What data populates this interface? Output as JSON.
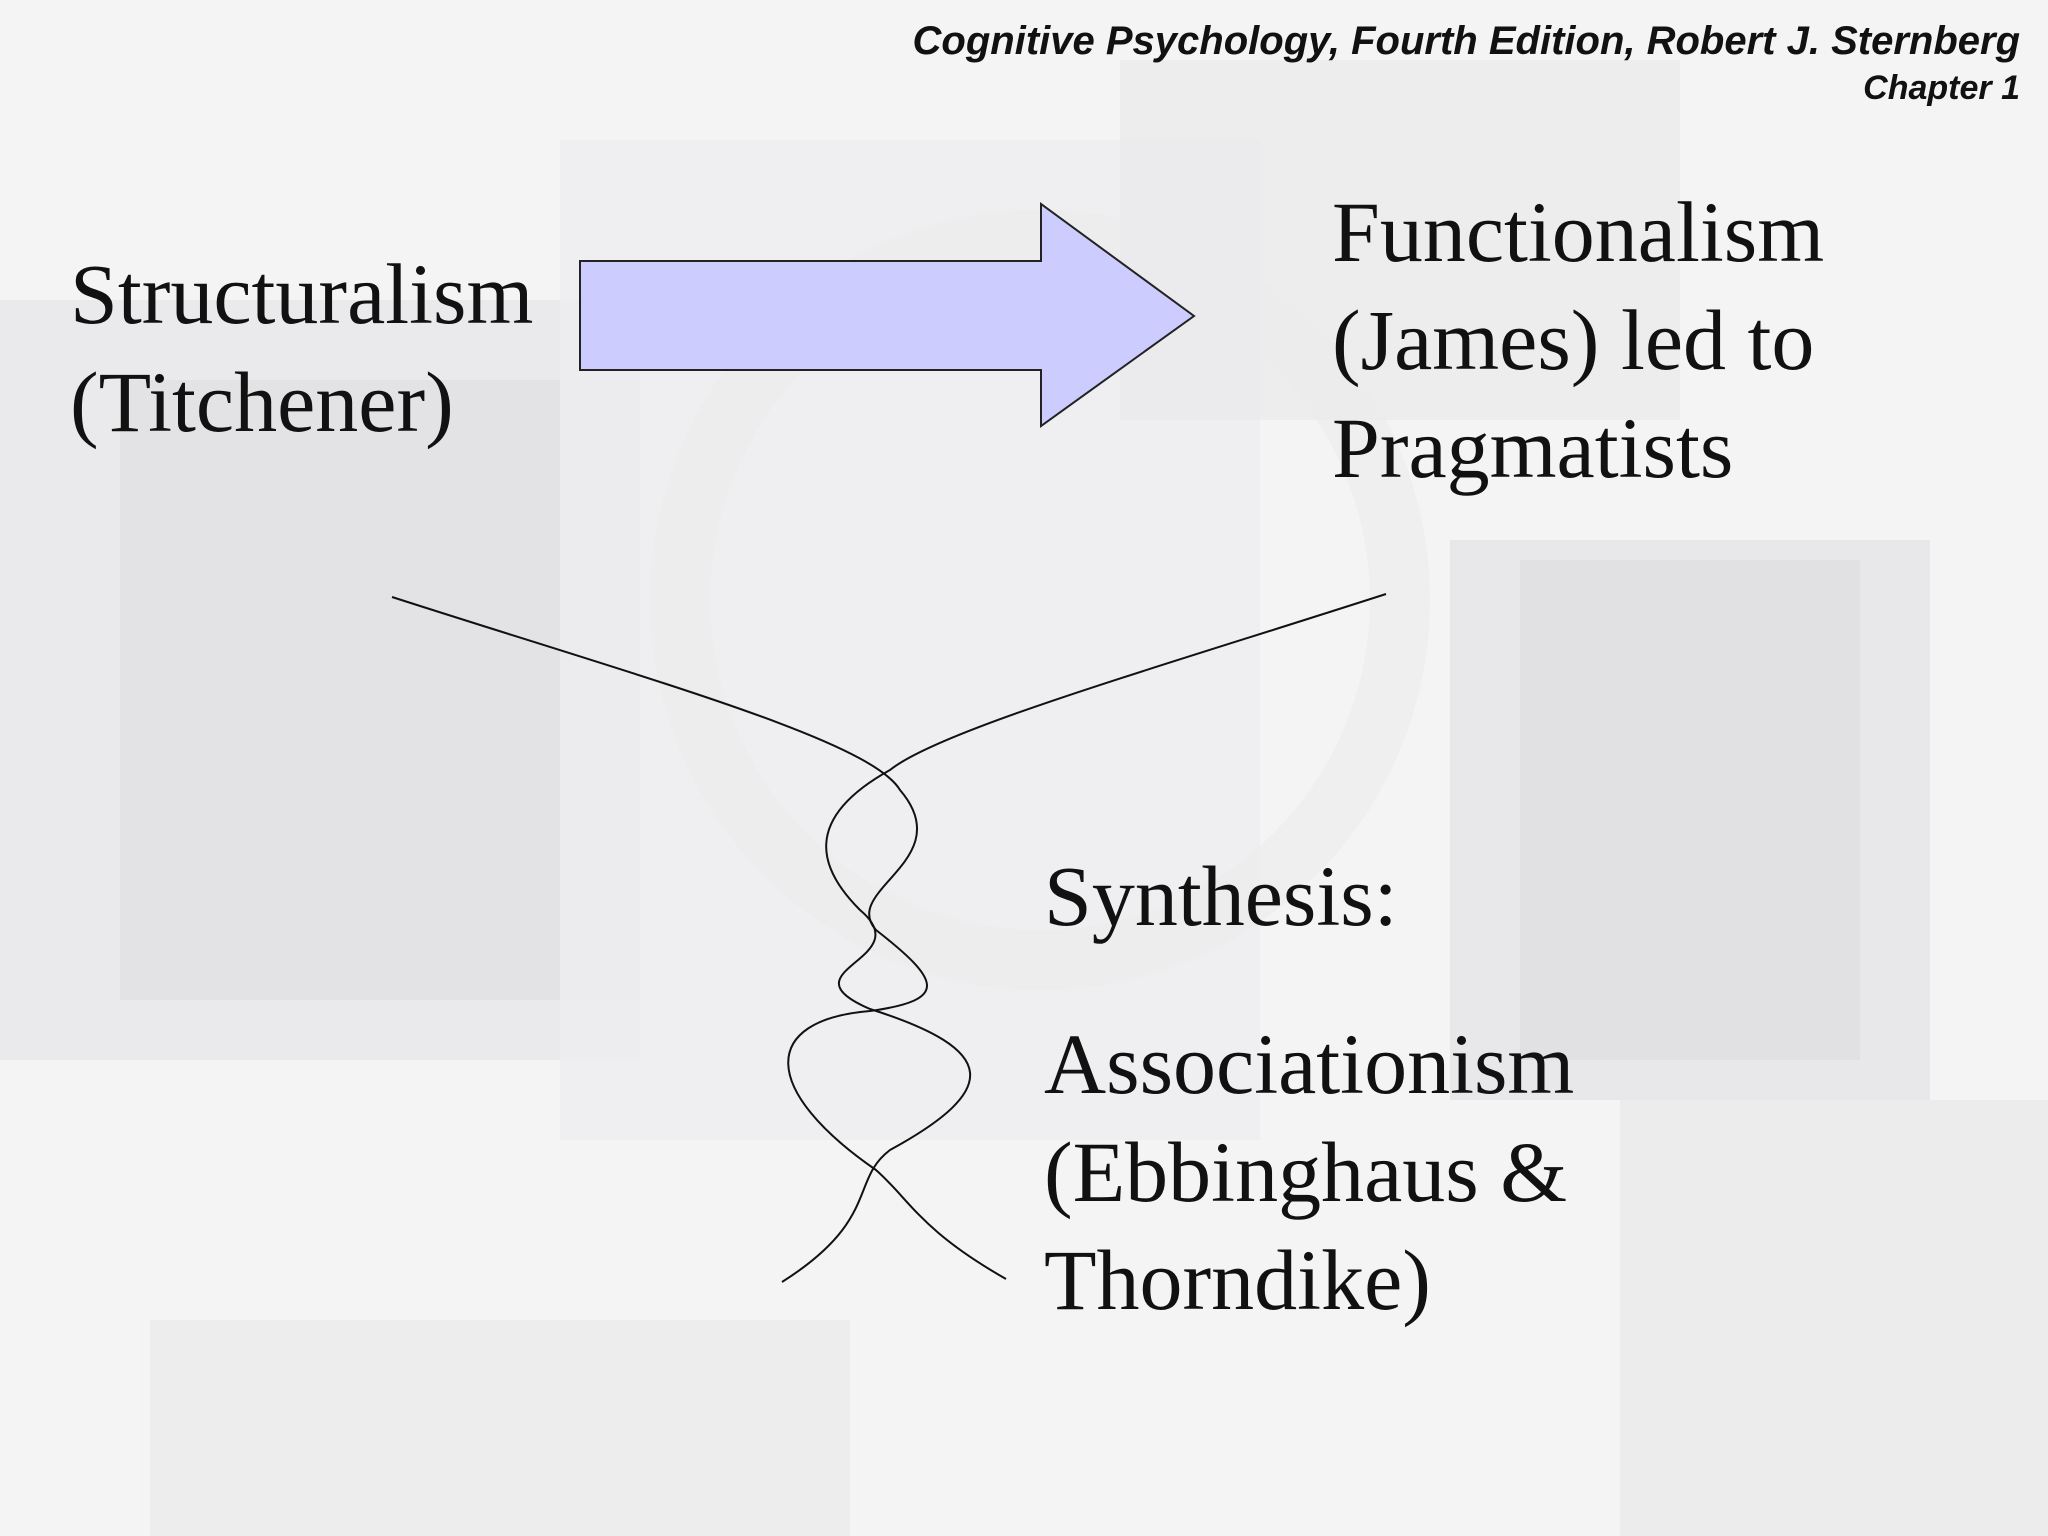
{
  "header": {
    "title": "Cognitive Psychology, Fourth Edition, Robert J. Sternberg",
    "chapter": "Chapter 1"
  },
  "structuralism": {
    "line1": "Structuralism",
    "line2": "(Titchener)"
  },
  "functionalism": {
    "line1": "Functionalism",
    "line2": "(James) led to",
    "line3": "Pragmatists"
  },
  "synthesis": {
    "label": "Synthesis:"
  },
  "associationism": {
    "line1": "Associationism",
    "line2": "(Ebbinghaus &",
    "line3": "Thorndike)"
  },
  "colors": {
    "arrow_fill": "#ccccff",
    "arrow_stroke": "#222222",
    "text": "#111111",
    "background": "#f4f4f5"
  }
}
